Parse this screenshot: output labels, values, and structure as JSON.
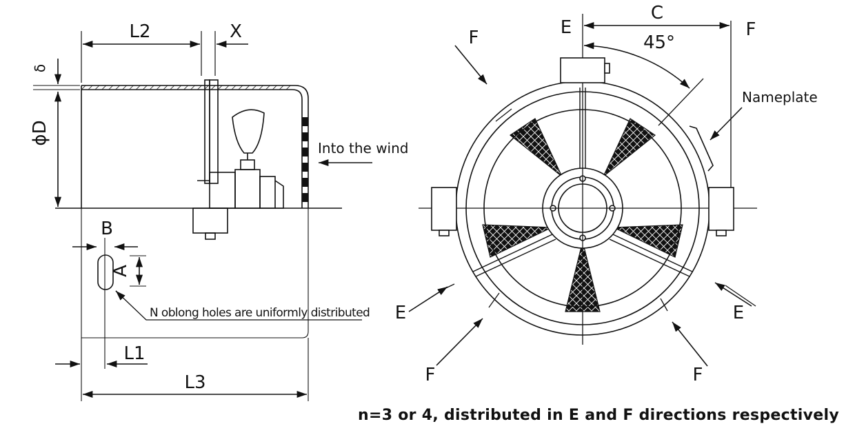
{
  "side_view": {
    "dims": {
      "L2": "L2",
      "X": "X",
      "delta": "δ",
      "phiD": "ϕD",
      "B": "B",
      "A": "A",
      "L1": "L1",
      "L3": "L3"
    },
    "wind_label": "Into the wind",
    "holes_note": "N oblong holes are uniformly distributed"
  },
  "front_view": {
    "axis_E_top": "E",
    "dim_C": "C",
    "angle": "45°",
    "F_top_left": "F",
    "F_top_right": "F",
    "E_left": "E",
    "E_right": "E",
    "F_bottom_left": "F",
    "F_bottom_right": "F",
    "nameplate": "Nameplate"
  },
  "caption": "n=3 or 4, distributed in E and F directions respectively",
  "colors": {
    "ink": "#111111",
    "background": "#ffffff"
  }
}
